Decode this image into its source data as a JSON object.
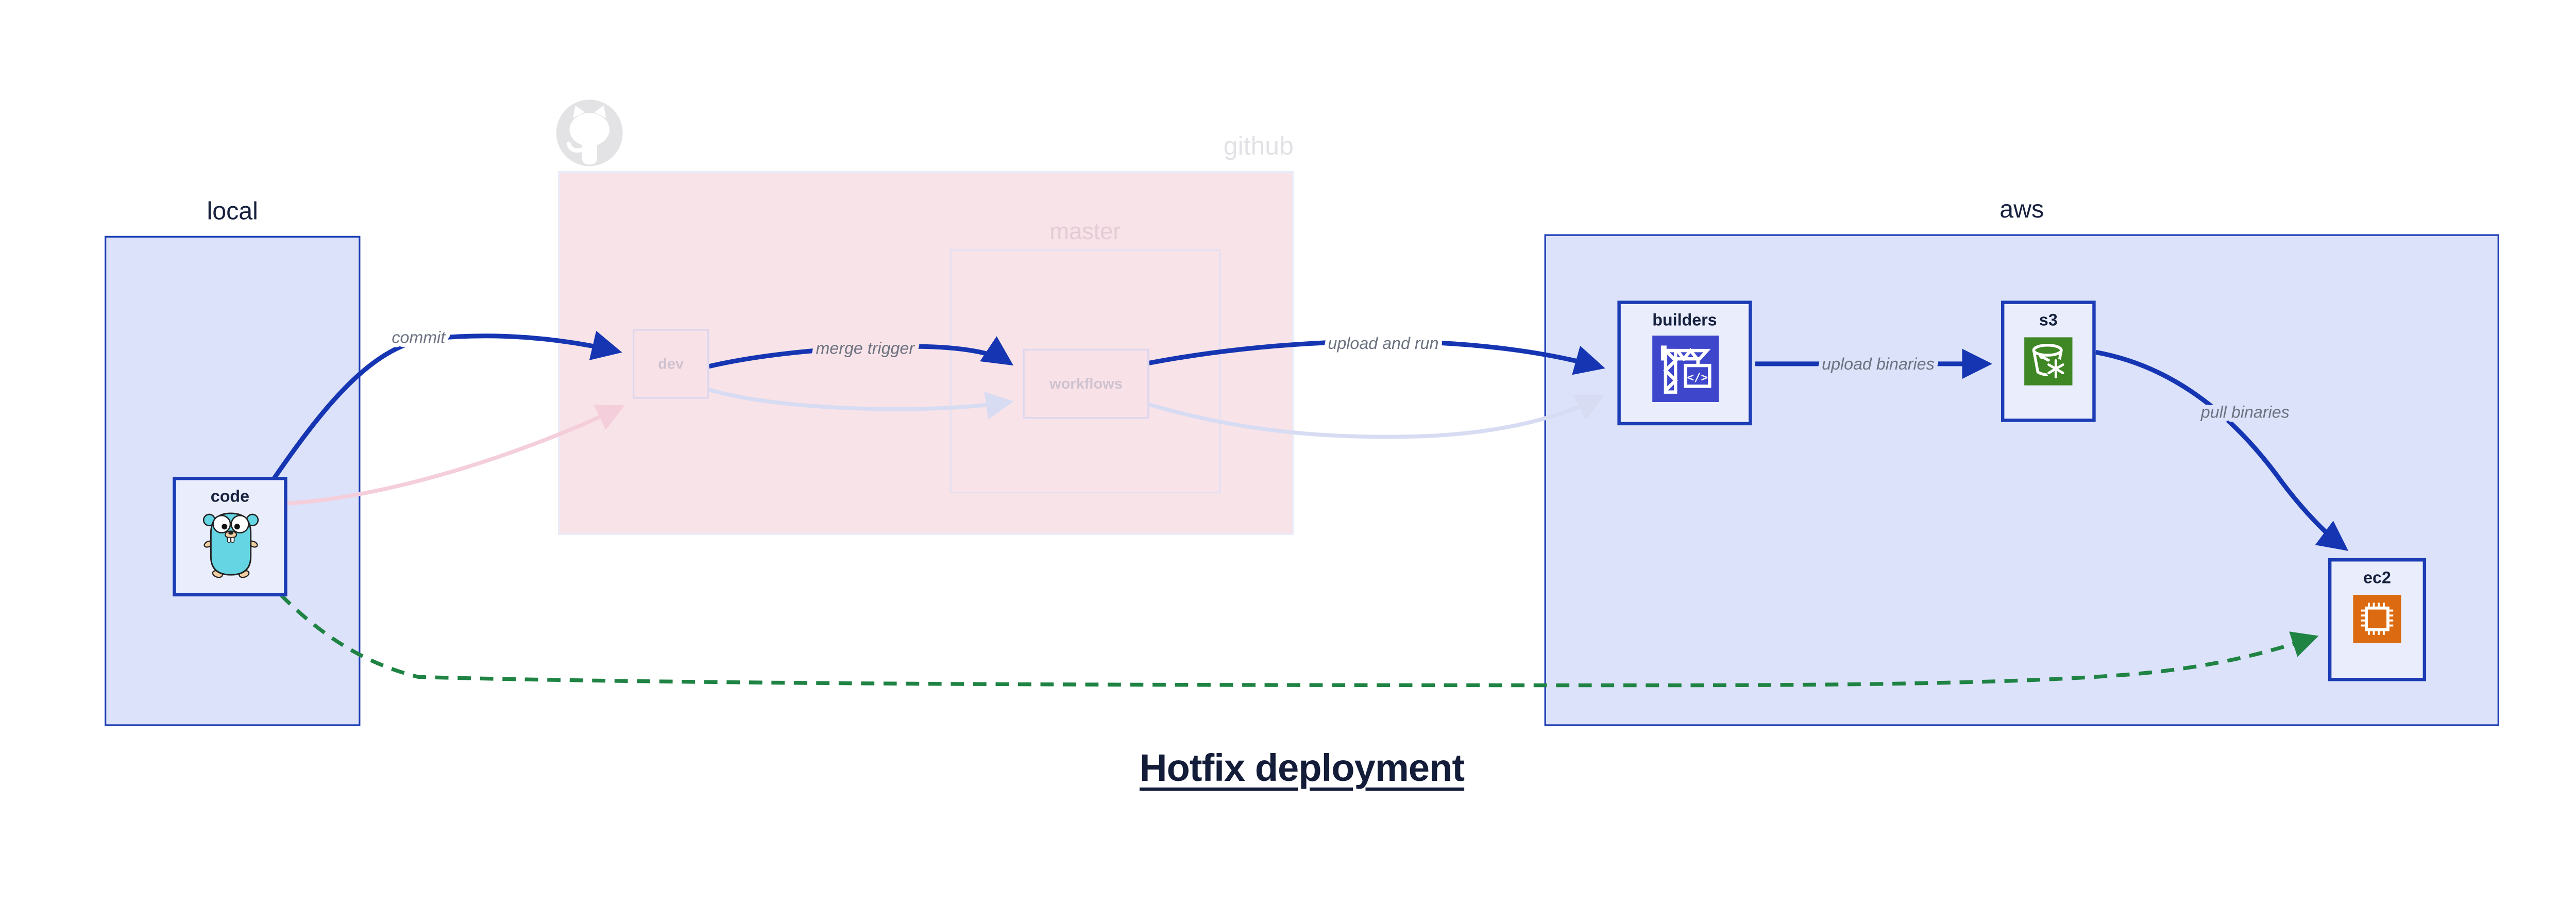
{
  "title": {
    "text": "Hotfix deployment"
  },
  "containers": {
    "local": {
      "label": "local"
    },
    "github": {
      "label": "github",
      "branch_label": "master"
    },
    "aws": {
      "label": "aws"
    }
  },
  "nodes": {
    "code": {
      "label": "code",
      "icon": "go-gopher-icon"
    },
    "dev": {
      "label": "dev"
    },
    "workflows": {
      "label": "workflows"
    },
    "builders": {
      "label": "builders",
      "icon": "aws-codebuild-icon"
    },
    "s3": {
      "label": "s3",
      "icon": "aws-s3-glacier-bucket-icon"
    },
    "ec2": {
      "label": "ec2",
      "icon": "aws-ec2-chip-icon"
    }
  },
  "edges": {
    "commit": {
      "label": "commit",
      "style": "solid-blue"
    },
    "merge_trigger": {
      "label": "merge trigger",
      "style": "solid-blue"
    },
    "upload_and_run": {
      "label": "upload and run",
      "style": "solid-blue"
    },
    "upload_binaries": {
      "label": "upload binaries",
      "style": "solid-blue"
    },
    "pull_binaries": {
      "label": "pull binaries",
      "style": "solid-blue"
    },
    "hotfix_path": {
      "style": "dashed-green"
    },
    "faded_code_to_dev": {
      "style": "faded-pink"
    },
    "faded_dev_to_workflows": {
      "style": "faded-lavender"
    },
    "faded_workflows_to_builders": {
      "style": "faded-lavender"
    }
  },
  "colors": {
    "arrow_blue": "#1535b2",
    "border_blue": "#1b3cb5",
    "container_fill": "#dbe2f9",
    "node_fill": "#eaeefc",
    "github_fill": "#f8e3e8",
    "hotfix_green": "#1e8343",
    "faded_pink": "#f5cedb",
    "faded_lavender": "#d7dcf3",
    "edge_label_gray": "#6b7280",
    "navy_text": "#16213e",
    "codebuild_indigo": "#3e46cc",
    "s3_green": "#3f8624",
    "ec2_orange": "#dc6a10",
    "octocat_gray": "#e3e3e6"
  }
}
